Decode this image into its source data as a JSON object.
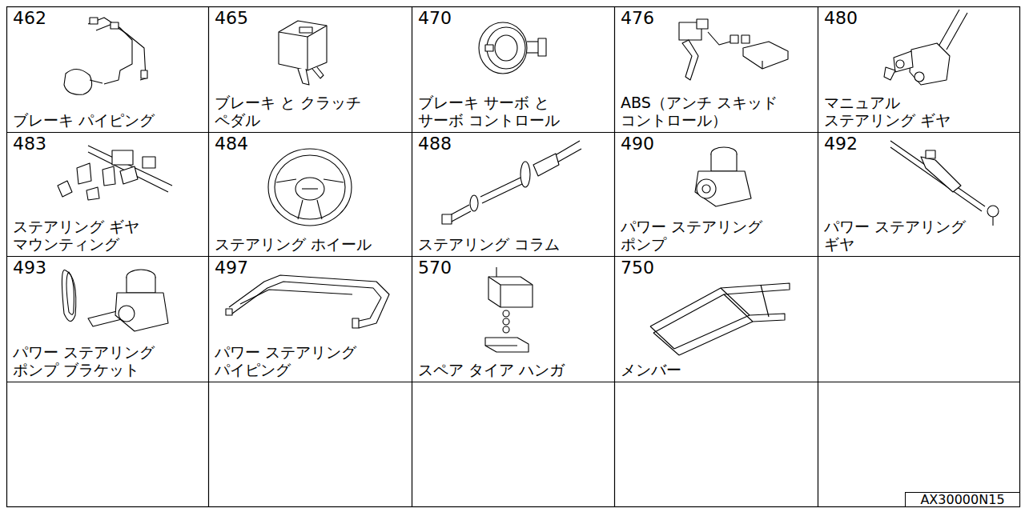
{
  "diagram": {
    "nodes": [
      {
        "text": [
          "462",
          "ブレーキ パイピング"
        ]
      },
      {
        "text": [
          "465",
          "ブレーキ と クラッチ ペダル"
        ]
      },
      {
        "text": [
          "470",
          "ブレーキ サーボ と サーボ コントロール"
        ]
      },
      {
        "text": [
          "476",
          "ABS（アンチ スキッド コントロール）"
        ]
      },
      {
        "text": [
          "480",
          "マニュアル ステアリング ギヤ"
        ]
      },
      {
        "text": [
          "483",
          "ステアリング ギヤ マウンティング"
        ]
      },
      {
        "text": [
          "484",
          "ステアリング ホイール"
        ]
      },
      {
        "text": [
          "488",
          "ステアリング コラム"
        ]
      },
      {
        "text": [
          "490",
          "パワー ステアリング ポンプ"
        ]
      },
      {
        "text": [
          "492",
          "パワー ステアリング ギヤ"
        ]
      },
      {
        "text": [
          "493",
          "パワー ステアリング ポンプ ブラケット"
        ]
      },
      {
        "text": [
          "497",
          "パワー ステアリング パイピング"
        ]
      },
      {
        "text": [
          "570",
          "スペア タイア ハンガ"
        ]
      },
      {
        "text": [
          "750",
          "メンバー"
        ]
      },
      {
        "text": [
          "AX30000N15"
        ]
      }
    ]
  }
}
